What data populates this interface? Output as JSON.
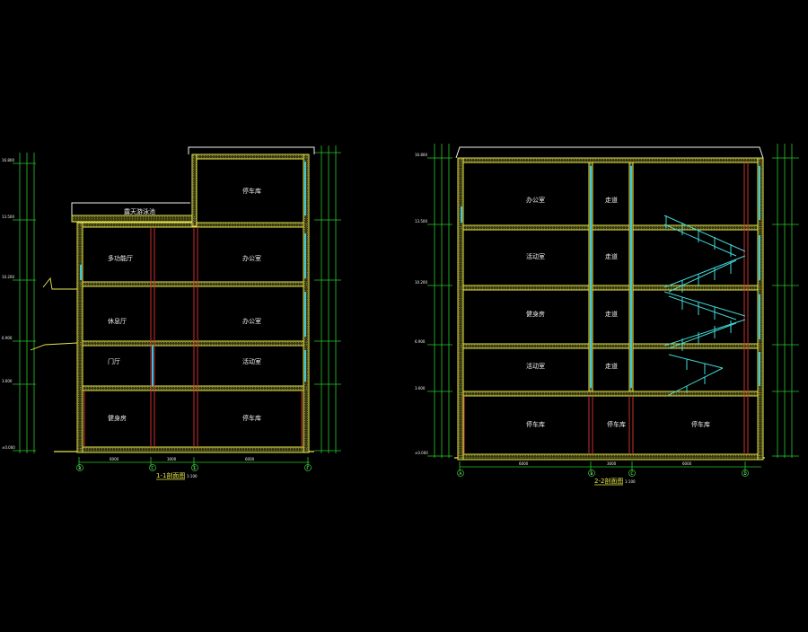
{
  "colors": {
    "background": "#000000",
    "wall": "#e8e84a",
    "hatch": "#c8c870",
    "dimension": "#28c828",
    "column": "#c83030",
    "glass": "#30c8e8",
    "stair": "#40d8d8",
    "roof": "#f0f0f0",
    "label": "#f0f0f0",
    "caption": "#e8e84a"
  },
  "left_section": {
    "roof_label": "露天游泳池",
    "rooms": [
      "多功能厅",
      "休息厅",
      "门厅",
      "健身房",
      "停车库",
      "办公室",
      "办公室",
      "活动室",
      "停车库"
    ],
    "level_marks": [
      "±0.000",
      "3.600",
      "6.900",
      "10.200",
      "13.500",
      "16.800"
    ],
    "grid_marks": [
      "B",
      "C",
      "E",
      "F"
    ],
    "dim_marks": [
      "6000",
      "3000",
      "6000"
    ],
    "caption": "1-1剖面图",
    "scale": "1:100"
  },
  "right_section": {
    "rooms": [
      "办公室",
      "活动室",
      "健身房",
      "活动室",
      "停车库",
      "走道",
      "走道",
      "走道",
      "走道",
      "停车库",
      "停车库"
    ],
    "level_marks": [
      "±0.000",
      "3.600",
      "6.900",
      "10.200",
      "13.500",
      "16.800"
    ],
    "grid_marks": [
      "A",
      "B",
      "C",
      "D"
    ],
    "dim_marks": [
      "6000",
      "3000",
      "6000"
    ],
    "caption": "2-2剖面图",
    "scale": "1:100"
  }
}
